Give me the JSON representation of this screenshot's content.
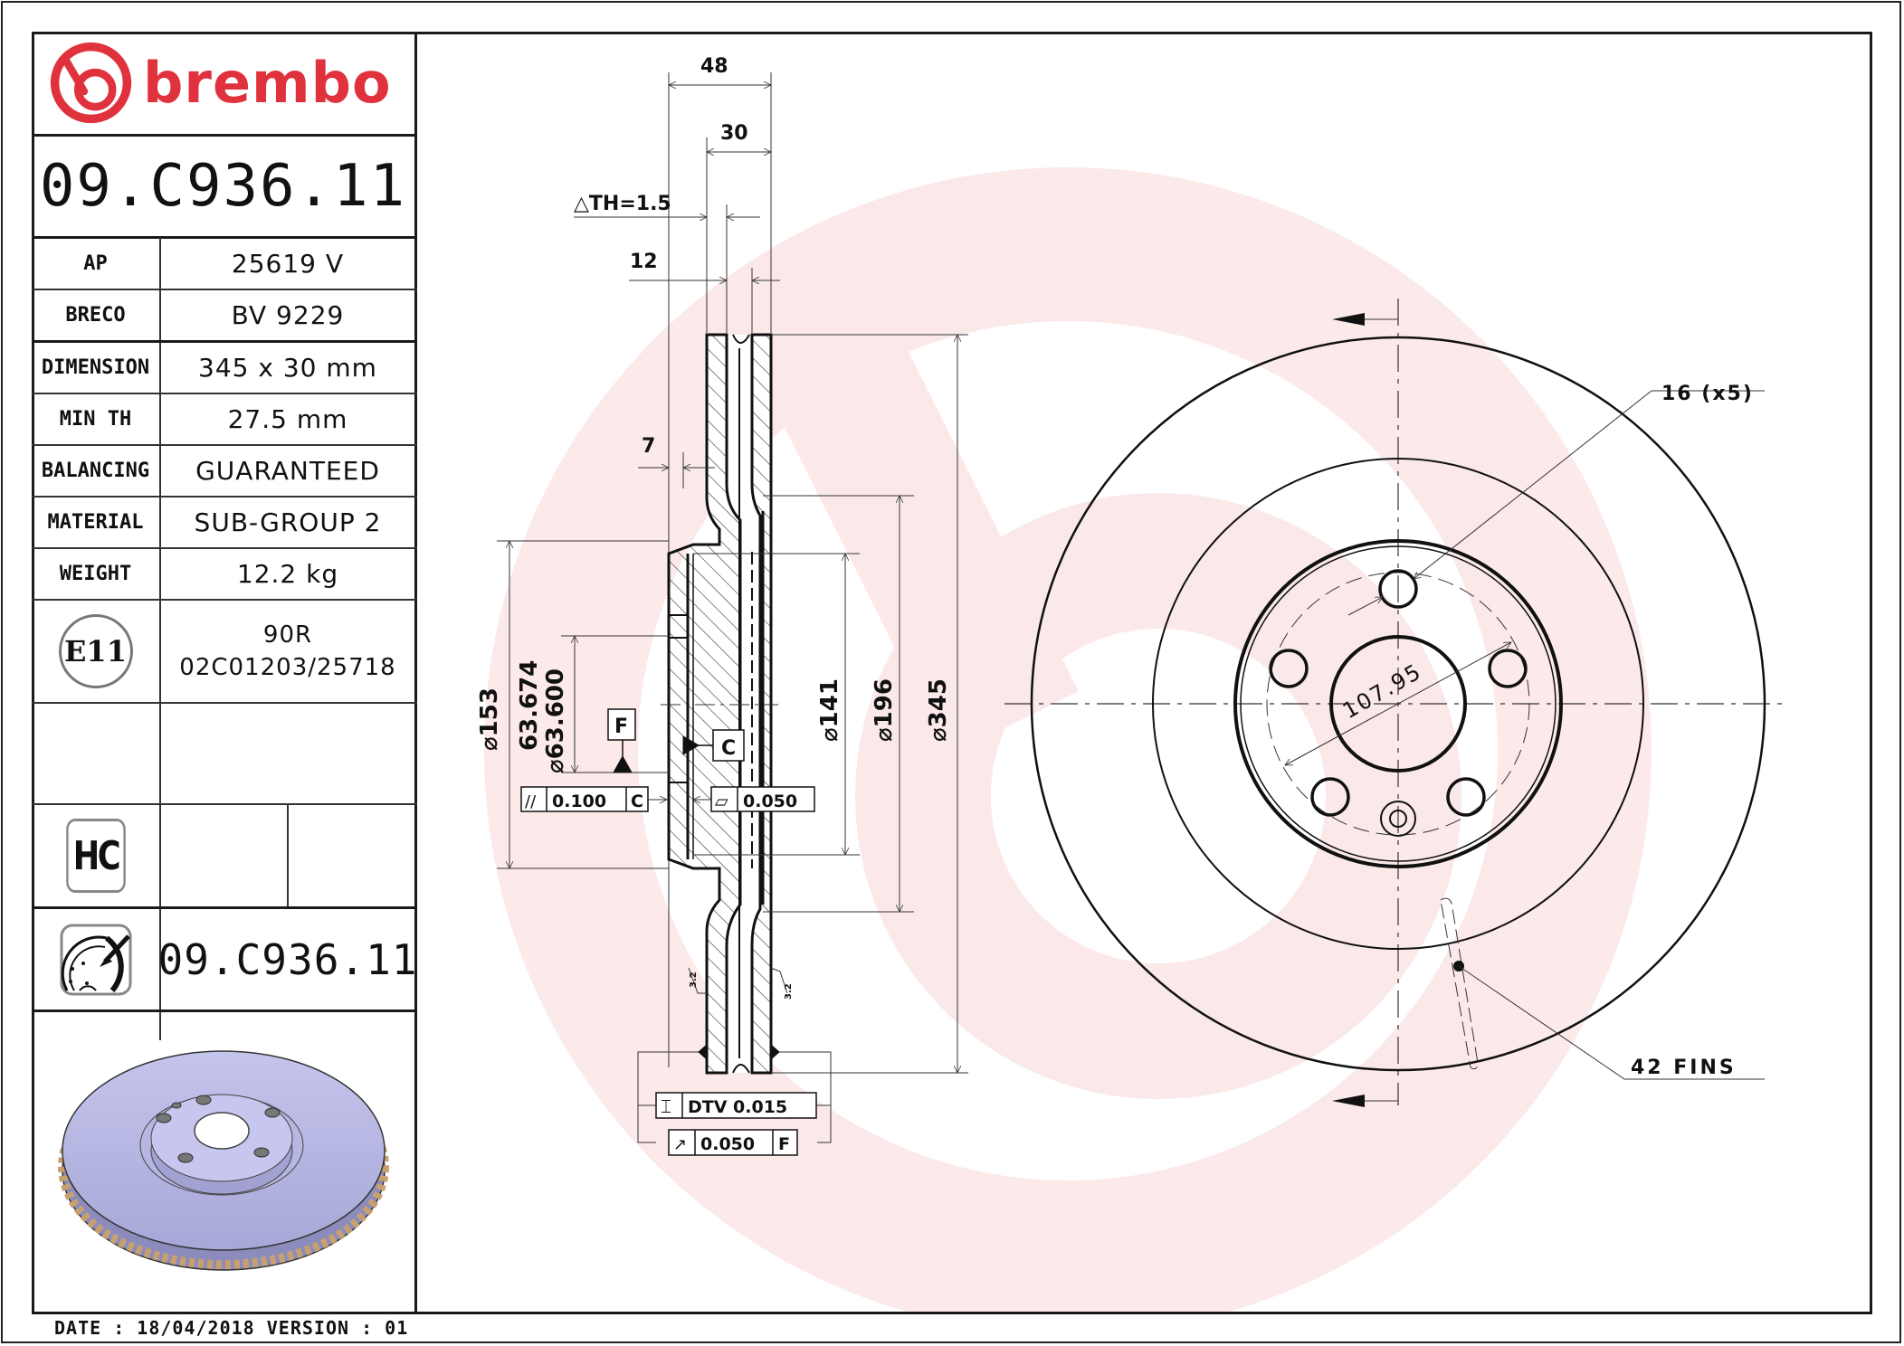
{
  "header": {
    "brand": "brembo",
    "brand_color": "#e0323c",
    "part_number": "09.C936.11"
  },
  "specs": [
    {
      "label": "AP",
      "value": "25619 V"
    },
    {
      "label": "BRECO",
      "value": "BV 9229"
    },
    {
      "label": "DIMENSION",
      "value": "345 x 30 mm"
    },
    {
      "label": "MIN TH",
      "value": "27.5 mm"
    },
    {
      "label": "BALANCING",
      "value": "GUARANTEED"
    },
    {
      "label": "MATERIAL",
      "value": "SUB-GROUP 2"
    },
    {
      "label": "WEIGHT",
      "value": "12.2 kg"
    }
  ],
  "homologation": {
    "badge": "E11",
    "line1": "90R",
    "line2": "02C01203/25718"
  },
  "hc_badge": "HC",
  "marking": {
    "icon": "disc-engraving-icon",
    "part_number": "09.C936.11"
  },
  "footer": {
    "text": "DATE : 18/04/2018 VERSION : 01"
  },
  "drawing": {
    "section_view": {
      "dim_48": "48",
      "dim_30": "30",
      "delta_th": "△TH=1.5",
      "dim_12": "12",
      "dim_7": "7",
      "dia_153": "⌀153",
      "dia_63_upper": "63.674",
      "dia_63_lower": "⌀63.600",
      "dia_141": "⌀141",
      "dia_196": "⌀196",
      "dia_345": "⌀345",
      "datum_f": "F",
      "datum_c": "C",
      "parallelism": {
        "symbol": "//",
        "value": "0.100",
        "datum": "C"
      },
      "flatness": {
        "symbol": "▱",
        "value": "0.050"
      },
      "dtv": {
        "symbol": "⌶",
        "value": "DTV 0.015"
      },
      "runout": {
        "symbol": "↗",
        "value": "0.050",
        "datum": "F"
      },
      "roughness_left": "3.2",
      "roughness_right": "3.2"
    },
    "front_view": {
      "bolt_holes": "16 (x5)",
      "pcd": "107.95",
      "fins": "42 FINS"
    }
  }
}
